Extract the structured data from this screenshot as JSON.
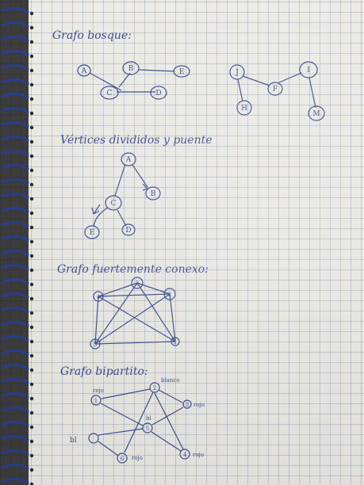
{
  "headings": {
    "forest": "Grafo bosque:",
    "cut": "Vértices divididos y puente",
    "complete": "Grafo fuertemente conexo:",
    "bipartite": "Grafo bipartito:"
  },
  "forest": {
    "nodes": [
      "A",
      "B",
      "C",
      "D",
      "E",
      "J",
      "F",
      "I",
      "H",
      "M"
    ]
  },
  "cut": {
    "nodes": [
      "A",
      "B",
      "C",
      "E",
      "D"
    ]
  },
  "complete": {
    "nodes": [
      "3",
      "4",
      "2",
      "5",
      "1"
    ]
  },
  "bipartite": {
    "nodes": [
      "1",
      "2",
      "3",
      "5",
      "6",
      "4"
    ],
    "color_labels": {
      "n1": "rojo",
      "n2": "blanco",
      "n3": "rojo",
      "n5": "bl",
      "n4": "rojo",
      "n6": "rojo",
      "left_side": "bl"
    }
  },
  "colors": {
    "ink": "#3f4f8f",
    "paper": "#ecebe6",
    "grid": "#8c9bb4",
    "binding": "#2a3f8c"
  }
}
